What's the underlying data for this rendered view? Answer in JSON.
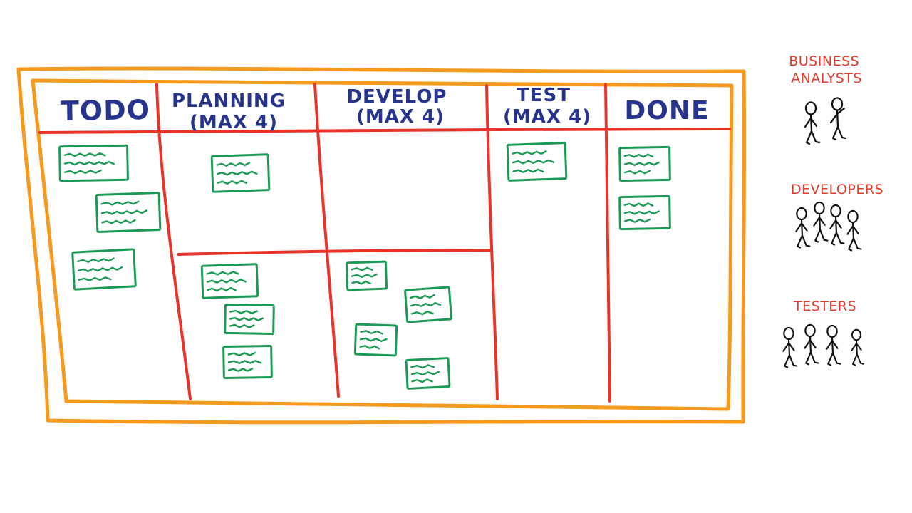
{
  "board": {
    "columns": [
      {
        "key": "todo",
        "lines": [
          "TODO"
        ]
      },
      {
        "key": "planning",
        "lines": [
          "PLANNING",
          "(MAX 4)"
        ]
      },
      {
        "key": "develop",
        "lines": [
          "DEVELOP",
          "(MAX 4)"
        ]
      },
      {
        "key": "test",
        "lines": [
          "TEST",
          "(MAX 4)"
        ]
      },
      {
        "key": "done",
        "lines": [
          "DONE"
        ]
      }
    ]
  },
  "roles": [
    {
      "key": "business-analysts",
      "lines": [
        "BUSINESS",
        "ANALYSTS"
      ],
      "people": 2
    },
    {
      "key": "developers",
      "lines": [
        "DEVELOPERS"
      ],
      "people": 4
    },
    {
      "key": "testers",
      "lines": [
        "TESTERS"
      ],
      "people": 4
    }
  ],
  "colors": {
    "frame": "#f59a1f",
    "grid": "#e8332a",
    "header_text": "#27348b",
    "card": "#1c9a55",
    "role_text": "#e53b2c",
    "figures": "#111111"
  }
}
